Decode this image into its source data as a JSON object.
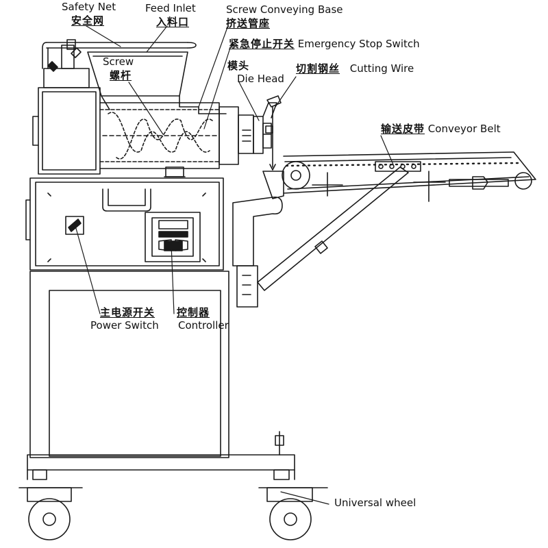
{
  "colors": {
    "line": "#1a1a1a",
    "background": "#ffffff"
  },
  "labels": {
    "safety_net": {
      "en": "Safety Net",
      "zh": "安全网"
    },
    "feed_inlet": {
      "en": "Feed Inlet",
      "zh": "入料口"
    },
    "screw_base": {
      "en": "Screw Conveying Base",
      "zh": "挤送管座"
    },
    "emergency_stop": {
      "en": "Emergency Stop Switch",
      "zh": "紧急停止开关"
    },
    "screw": {
      "en": "Screw",
      "zh": "螺杆"
    },
    "die_head": {
      "en": "Die Head",
      "zh": "模头"
    },
    "cutting_wire": {
      "en": "Cutting Wire",
      "zh": "切割钢丝"
    },
    "conveyor_belt": {
      "en": "Conveyor Belt",
      "zh": "输送皮带"
    },
    "power_switch": {
      "en": "Power Switch",
      "zh": "主电源开关"
    },
    "controller": {
      "en": "Controller",
      "zh": "控制器"
    },
    "universal_wheel": {
      "en": "Universal wheel"
    }
  }
}
